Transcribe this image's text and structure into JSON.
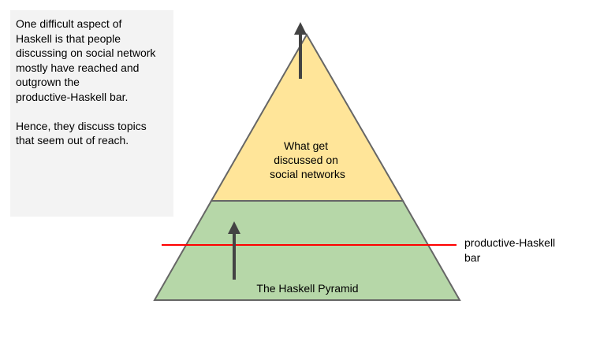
{
  "note": {
    "paragraph_1": "One difficult aspect of\nHaskell is that people\ndiscussing on social network\nmostly have reached and\noutgrown the\nproductive-Haskell bar.",
    "paragraph_2": "Hence, they discuss topics\nthat seem out of reach."
  },
  "pyramid": {
    "top_label_lines": [
      "What get",
      "discussed on",
      "social networks"
    ],
    "bottom_label": "The Haskell Pyramid"
  },
  "bar": {
    "label": "productive-Haskell\nbar"
  },
  "colors": {
    "top_section": "#ffe599",
    "bottom_section": "#b6d7a8",
    "outline": "#666666",
    "bar_line": "#ff0000",
    "arrow": "#434343",
    "note_background": "#f3f3f3"
  }
}
